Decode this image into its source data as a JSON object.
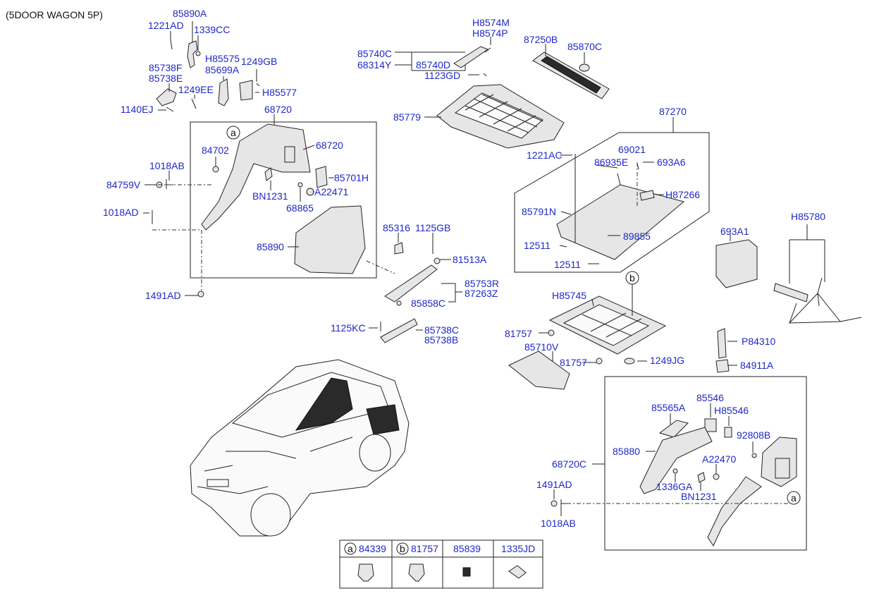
{
  "title": "(5DOOR WAGON 5P)",
  "labels": {
    "85890A": "85890A",
    "1221AD": "1221AD",
    "1339CC": "1339CC",
    "H85575": "H85575",
    "85699A": "85699A",
    "1249GB": "1249GB",
    "85738F": "85738F",
    "85738E": "85738E",
    "1249EE": "1249EE",
    "H85577": "H85577",
    "1140EJ": "1140EJ",
    "68720_top": "68720",
    "68720_in": "68720",
    "84702": "84702",
    "1018AB_l": "1018AB",
    "85701H": "85701H",
    "84759V": "84759V",
    "BN1231_l": "BN1231",
    "A22471": "A22471",
    "68865": "68865",
    "1018AD": "1018AD",
    "85890": "85890",
    "1491AD_l": "1491AD",
    "H8574M": "H8574M",
    "H8574P": "H8574P",
    "85740C": "85740C",
    "68314Y": "68314Y",
    "85740D": "85740D",
    "1123GD": "1123GD",
    "85779": "85779",
    "87250B": "87250B",
    "85870C": "85870C",
    "87270": "87270",
    "1221AC": "1221AC",
    "69021": "69021",
    "86935E": "86935E",
    "693A6": "693A6",
    "H87266": "H87266",
    "85791N": "85791N",
    "89855": "89855",
    "12511_a": "12511",
    "12511_b": "12511",
    "85316": "85316",
    "1125GB": "1125GB",
    "81513A": "81513A",
    "85753R": "85753R",
    "87263Z": "87263Z",
    "85858C": "85858C",
    "1125KC": "1125KC",
    "85738C": "85738C",
    "85738B": "85738B",
    "693A1": "693A1",
    "H85780": "H85780",
    "H85745": "H85745",
    "81757_a": "81757",
    "85710V": "85710V",
    "81757_b": "81757",
    "1249JG": "1249JG",
    "P84310": "P84310",
    "84911A": "84911A",
    "85546": "85546",
    "85565A": "85565A",
    "H85546": "H85546",
    "92808B": "92808B",
    "85880": "85880",
    "68720C": "68720C",
    "A22470": "A22470",
    "1491AD_r": "1491AD",
    "1336GA": "1336GA",
    "BN1231_r": "BN1231",
    "1018AB_r": "1018AB"
  },
  "callouts": {
    "a": "a",
    "b": "b"
  },
  "legend": {
    "cells": [
      {
        "marker": "a",
        "code": "84339"
      },
      {
        "marker": "b",
        "code": "81757"
      },
      {
        "marker": "",
        "code": "85839"
      },
      {
        "marker": "",
        "code": "1335JD"
      }
    ]
  }
}
